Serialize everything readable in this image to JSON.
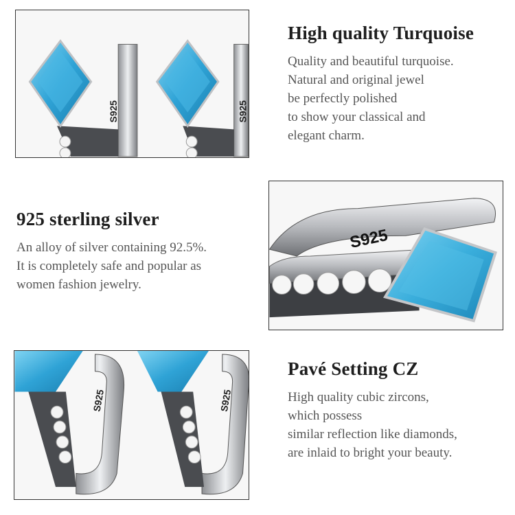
{
  "section1": {
    "heading": "High quality Turquoise",
    "lines": [
      "Quality and beautiful turquoise.",
      "Natural and original jewel",
      "be perfectly polished",
      "to show your classical and",
      "elegant charm."
    ]
  },
  "section2": {
    "heading": "925 sterling silver",
    "lines": [
      "An alloy of silver containing 92.5%.",
      "It is completely safe and popular as",
      "women fashion jewelry."
    ]
  },
  "section3": {
    "heading": "Pavé Setting CZ",
    "lines": [
      "High quality cubic zircons,",
      "which possess",
      "similar reflection like diamonds,",
      "are inlaid to bright your beauty."
    ]
  },
  "stamp": "S925",
  "colors": {
    "turquoise": "#2fa3d6",
    "silver": "#c9cbcf",
    "dark_silver": "#5a5c60",
    "frame": "#333333"
  }
}
